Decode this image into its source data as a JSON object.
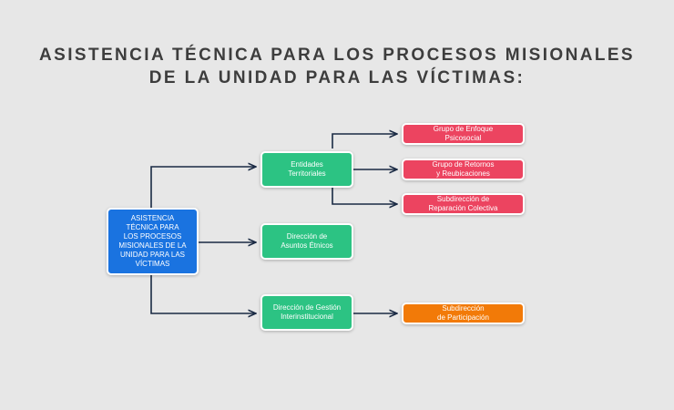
{
  "title": {
    "line1": "ASISTENCIA TÉCNICA PARA LOS PROCESOS MISIONALES",
    "line2": "DE LA UNIDAD PARA LAS VÍCTIMAS:"
  },
  "colors": {
    "background": "#e7e7e7",
    "root": "#1a73e0",
    "level1": "#2cc383",
    "psychosocial_group": "#ec4460",
    "participation": "#f27a08",
    "connector": "#1a2a44"
  },
  "nodes": {
    "root": "ASISTENCIA\nTÉCNICA PARA\nLOS PROCESOS\nMISIONALES DE LA\nUNIDAD PARA LAS\nVÍCTIMAS",
    "entidades": "Entidades\nTerritoriales",
    "asuntos": "Dirección de\nAsuntos Étnicos",
    "gestion": "Dirección de Gestión\nInterinstitucional",
    "enfoque": "Grupo de Enfoque\nPsicosocial",
    "retornos": "Grupo de Retornos\ny Reubicaciones",
    "reparacion": "Subdirección de\nReparación Colectiva",
    "participacion": "Subdirección\nde Participación"
  }
}
